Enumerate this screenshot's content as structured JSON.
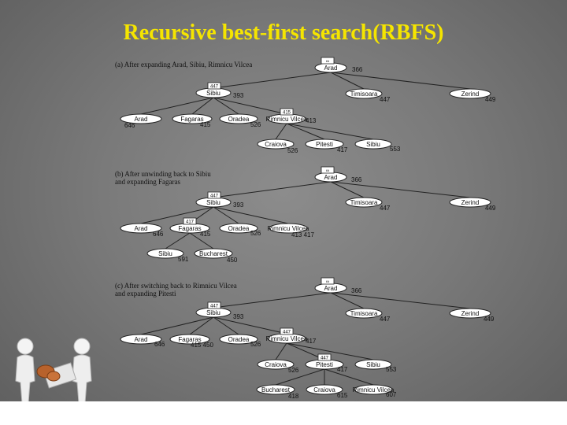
{
  "title": "Recursive best-first search(RBFS)",
  "accent_color": "#f5e500",
  "panels": [
    {
      "caption_lines": [
        "(a) After expanding Arad, Sibiu, Rimnicu Vilcea"
      ],
      "nodes": [
        {
          "label": "Arad",
          "f": "366",
          "limit": "∞"
        },
        {
          "label": "Sibiu",
          "f": "393",
          "limit": "447"
        },
        {
          "label": "Timisoara",
          "f": "447"
        },
        {
          "label": "Zerind",
          "f": "449"
        },
        {
          "label": "Arad",
          "f": "646"
        },
        {
          "label": "Fagaras",
          "f": "415"
        },
        {
          "label": "Oradea",
          "f": "526"
        },
        {
          "label": "Rimnicu Vilcea",
          "f": "413",
          "limit": "415"
        },
        {
          "label": "Craiova",
          "f": "526"
        },
        {
          "label": "Pitesti",
          "f": "417"
        },
        {
          "label": "Sibiu",
          "f": "553"
        }
      ]
    },
    {
      "caption_lines": [
        "(b) After unwinding back to Sibiu",
        "and expanding Fagaras"
      ],
      "nodes": [
        {
          "label": "Arad",
          "f": "366",
          "limit": "∞"
        },
        {
          "label": "Sibiu",
          "f": "393",
          "limit": "447"
        },
        {
          "label": "Timisoara",
          "f": "447"
        },
        {
          "label": "Zerind",
          "f": "449"
        },
        {
          "label": "Arad",
          "f": "646"
        },
        {
          "label": "Fagaras",
          "f": "415",
          "limit": "417"
        },
        {
          "label": "Oradea",
          "f": "526"
        },
        {
          "label": "Rimnicu Vilcea",
          "f": "413 417"
        },
        {
          "label": "Sibiu",
          "f": "591"
        },
        {
          "label": "Bucharest",
          "f": "450"
        }
      ]
    },
    {
      "caption_lines": [
        "(c) After switching back to Rimnicu Vilcea",
        "and expanding Pitesti"
      ],
      "nodes": [
        {
          "label": "Arad",
          "f": "366",
          "limit": "∞"
        },
        {
          "label": "Sibiu",
          "f": "393",
          "limit": "447"
        },
        {
          "label": "Timisoara",
          "f": "447"
        },
        {
          "label": "Zerind",
          "f": "449"
        },
        {
          "label": "Arad",
          "f": "646"
        },
        {
          "label": "Fagaras",
          "f": "415 450"
        },
        {
          "label": "Oradea",
          "f": "526"
        },
        {
          "label": "Rimnicu Vilcea",
          "f": "417",
          "limit": "447"
        },
        {
          "label": "Craiova",
          "f": "526"
        },
        {
          "label": "Pitesti",
          "f": "417",
          "limit": "447"
        },
        {
          "label": "Sibiu",
          "f": "553"
        },
        {
          "label": "Bucharest",
          "f": "418"
        },
        {
          "label": "Craiova",
          "f": "615"
        },
        {
          "label": "Rimnicu Vilcea",
          "f": "607"
        }
      ]
    }
  ]
}
